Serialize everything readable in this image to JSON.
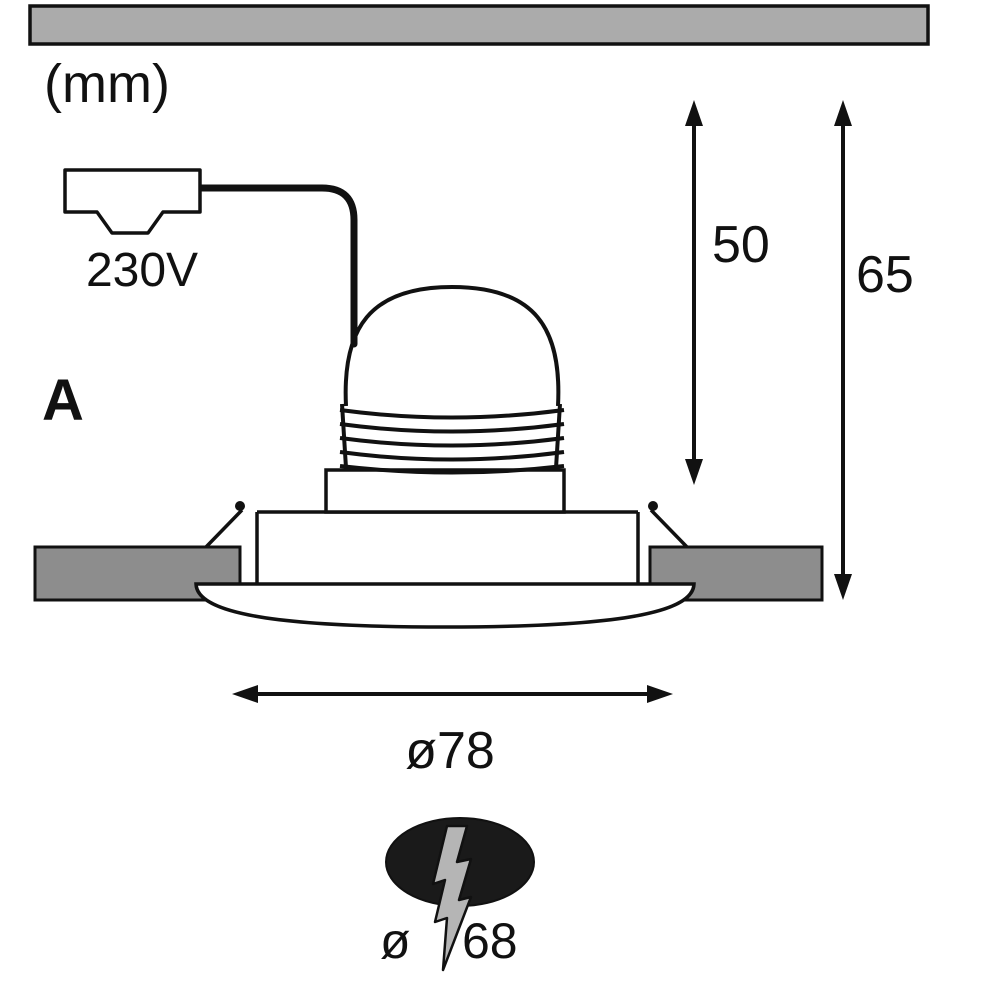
{
  "title_unit": "(mm)",
  "labels": {
    "voltage": "230V",
    "variant": "A"
  },
  "dimensions": {
    "lamp_height": "50",
    "total_height": "65",
    "trim_diameter": "ø78",
    "cutout_prefix": "ø",
    "cutout_value": "68"
  },
  "colors": {
    "bar_gray": "#ababab",
    "ceiling_gray": "#8d8d8d",
    "bolt_gray": "#b5b5b5",
    "cutout_black": "#1a1a1a",
    "line": "#111111",
    "background": "#ffffff"
  }
}
